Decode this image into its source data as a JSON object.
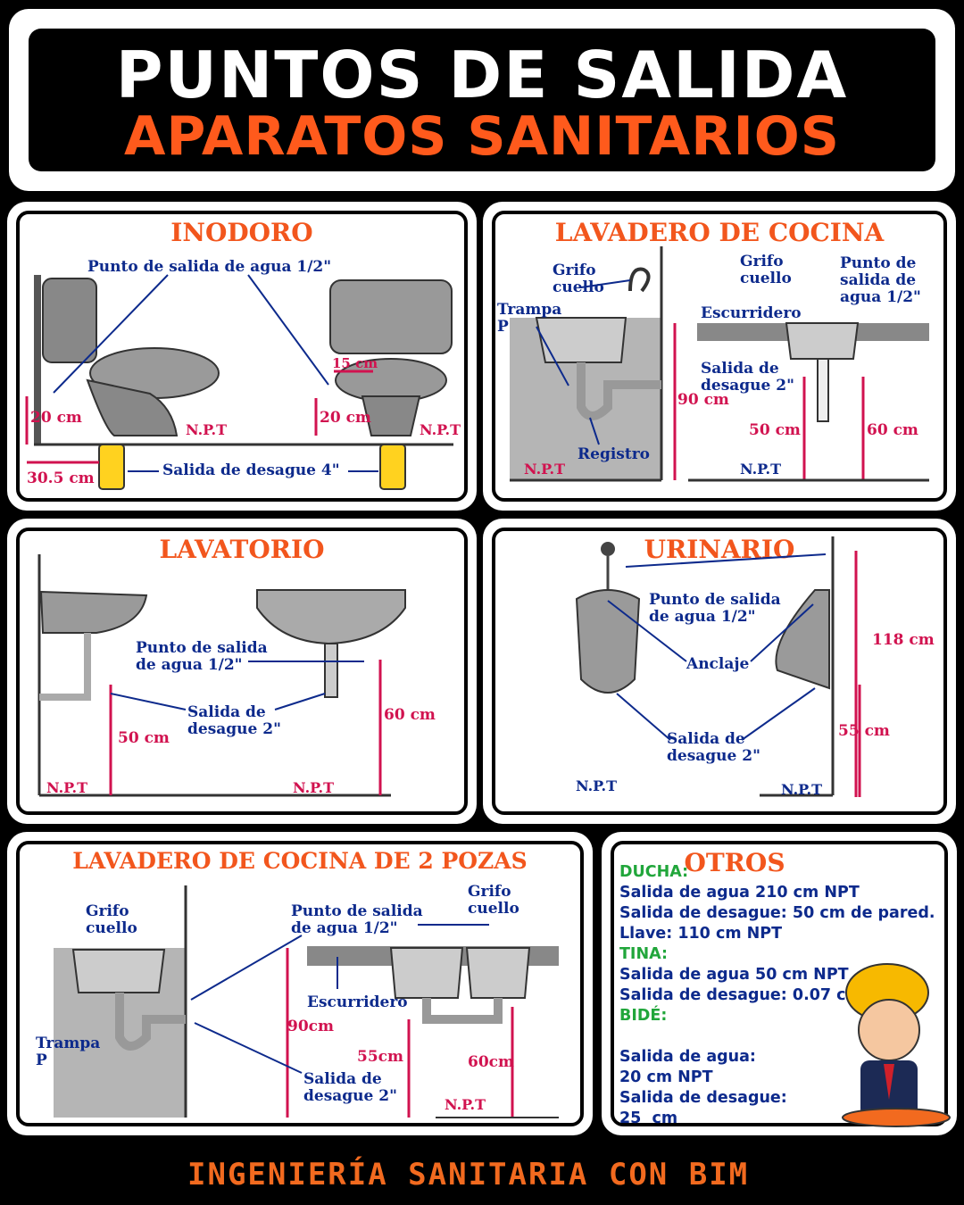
{
  "header": {
    "title": "PUNTOS DE SALIDA",
    "subtitle": "APARATOS SANITARIOS"
  },
  "inodoro": {
    "title": "INODORO",
    "water_label": "Punto de salida de agua 1/2\"",
    "dim_left": "20 cm",
    "dim_right": "20 cm",
    "dim_15": "15 cm",
    "npt1": "N.P.T",
    "npt2": "N.P.T",
    "dim_305": "30.5 cm",
    "drain_label": "Salida de desague 4\""
  },
  "cocina": {
    "title": "LAVADERO DE COCINA",
    "grifo1": "Grifo\ncuello",
    "trampa": "Trampa\nP",
    "registro": "Registro",
    "npt1": "N.P.T",
    "dim_90": "90 cm",
    "grifo2": "Grifo\ncuello",
    "punto": "Punto de\nsalida de\nagua 1/2\"",
    "escurridero": "Escurridero",
    "salida": "Salida de\ndesague 2\"",
    "dim_50": "50 cm",
    "dim_60": "60 cm",
    "npt2": "N.P.T"
  },
  "lavatorio": {
    "title": "LAVATORIO",
    "punto": "Punto de salida\nde agua 1/2\"",
    "salida": "Salida de\ndesague 2\"",
    "dim_50": "50 cm",
    "dim_60": "60 cm",
    "npt1": "N.P.T",
    "npt2": "N.P.T"
  },
  "urinario": {
    "title": "URINARIO",
    "punto": "Punto de salida\nde agua 1/2\"",
    "anclaje": "Anclaje",
    "salida": "Salida de\ndesague 2\"",
    "dim_118": "118 cm",
    "dim_55": "55 cm",
    "npt1": "N.P.T",
    "npt2": "N.P.T"
  },
  "cocina2": {
    "title": "LAVADERO DE COCINA DE 2 POZAS",
    "grifo1": "Grifo\ncuello",
    "trampa": "Trampa\nP",
    "punto": "Punto de salida\nde agua 1/2\"",
    "escurridero": "Escurridero",
    "grifo2": "Grifo\ncuello",
    "dim_90": "90cm",
    "dim_55": "55cm",
    "dim_60": "60cm",
    "salida": "Salida de\ndesague 2\"",
    "npt": "N.P.T"
  },
  "otros": {
    "title": "OTROS",
    "lines": [
      {
        "text": "DUCHA:",
        "head": true
      },
      {
        "text": "Salida de agua 210 cm NPT",
        "head": false
      },
      {
        "text": "Salida de desague: 50 cm de pared.",
        "head": false
      },
      {
        "text": "Llave: 110 cm NPT",
        "head": false
      },
      {
        "text": "TINA:",
        "head": true
      },
      {
        "text": "Salida de agua 50 cm NPT",
        "head": false
      },
      {
        "text": "Salida de desague: 0.07 cm",
        "head": false
      },
      {
        "text": "BIDÉ:",
        "head": true
      },
      {
        "text": "",
        "head": false
      },
      {
        "text": "Salida de agua:",
        "head": false
      },
      {
        "text": "20 cm NPT",
        "head": false
      },
      {
        "text": "Salida de desague:",
        "head": false
      },
      {
        "text": "25  cm",
        "head": false
      }
    ]
  },
  "footer": {
    "text": "INGENIERÍA SANITARIA CON BIM"
  },
  "colors": {
    "accent": "#f2561d",
    "label_blue": "#0d2a8c",
    "dim_pink": "#d1124f",
    "green": "#21a63b"
  }
}
